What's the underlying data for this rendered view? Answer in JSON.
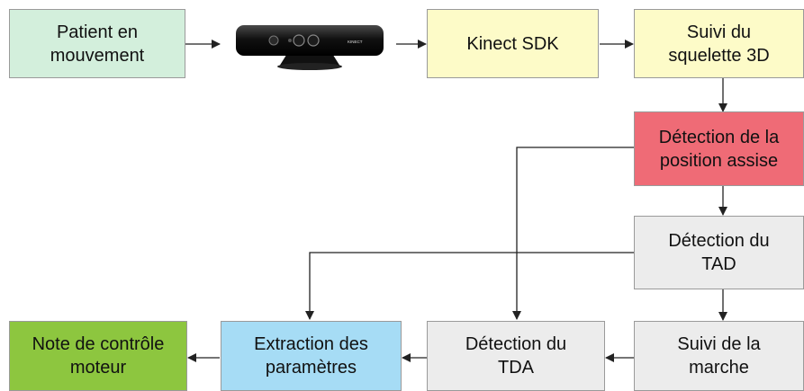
{
  "nodes": {
    "patient": {
      "label": "Patient en\nmouvement",
      "color": "#d3efdc"
    },
    "kinect_sdk": {
      "label": "Kinect SDK",
      "color": "#fdfbc8"
    },
    "suivi_squelette": {
      "label": "Suivi du\nsquelette 3D",
      "color": "#fdfbc8"
    },
    "detection_assise": {
      "label": "Détection de la\nposition assise",
      "color": "#ef6b76"
    },
    "detection_tad": {
      "label": "Détection du\nTAD",
      "color": "#ececec"
    },
    "suivi_marche": {
      "label": "Suivi de la\nmarche",
      "color": "#ececec"
    },
    "detection_tda": {
      "label": "Détection du\nTDA",
      "color": "#ececec"
    },
    "extraction": {
      "label": "Extraction des\nparamètres",
      "color": "#a6dcf5"
    },
    "note": {
      "label": "Note de contrôle\nmoteur",
      "color": "#8dc63f"
    }
  },
  "kinect_device": {
    "icon": "kinect-sensor-icon",
    "brand_text": "KINECT"
  }
}
